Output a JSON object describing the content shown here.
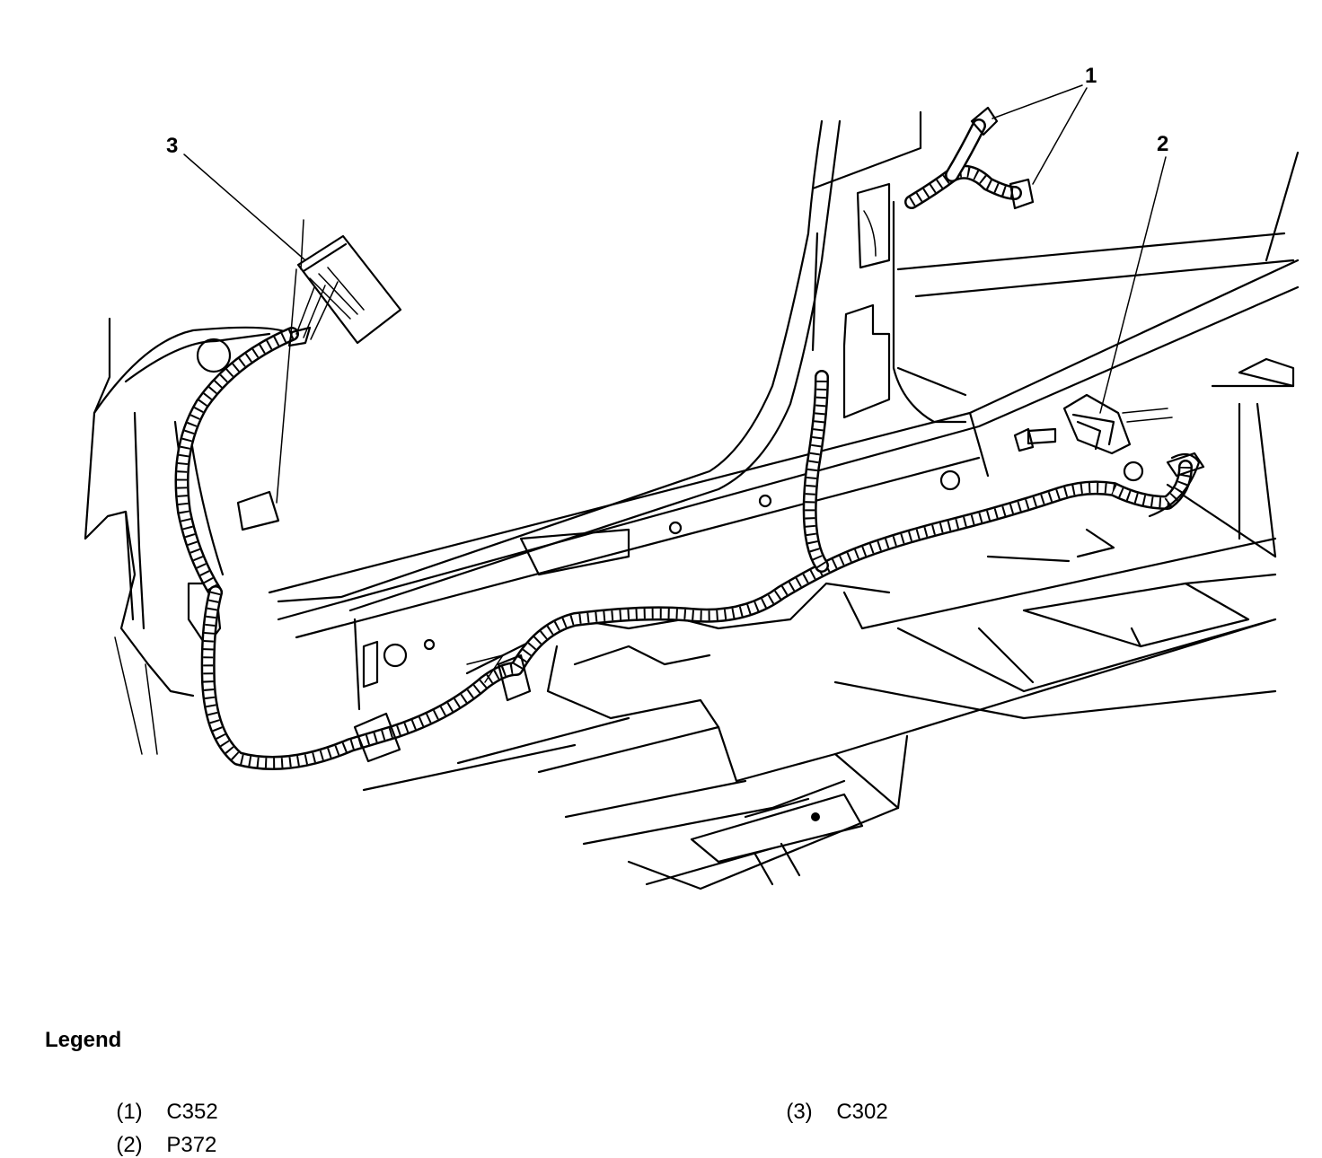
{
  "callouts": [
    "1",
    "2",
    "3"
  ],
  "legend": {
    "title": "Legend",
    "items": [
      {
        "num": "(1)",
        "label": "C352"
      },
      {
        "num": "(2)",
        "label": "P372"
      },
      {
        "num": "(3)",
        "label": "C302"
      }
    ]
  }
}
